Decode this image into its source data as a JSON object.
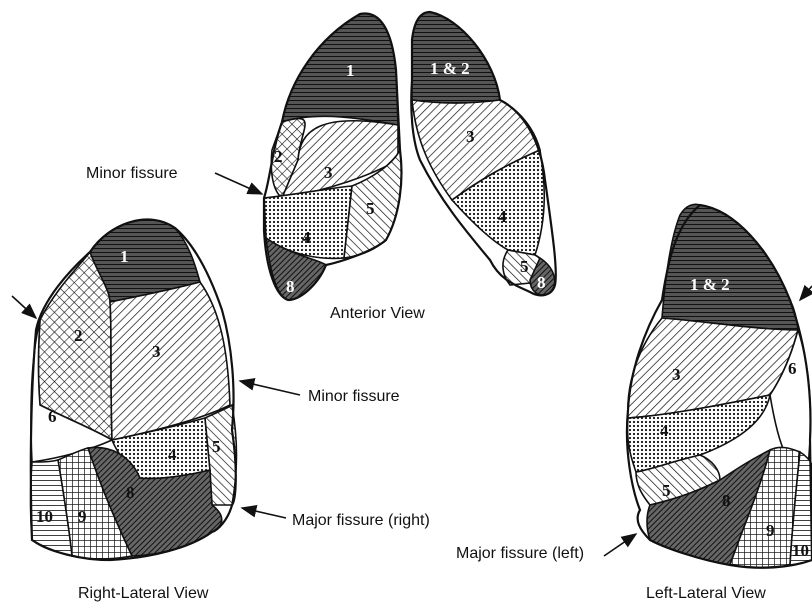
{
  "views": {
    "anterior": "Anterior View",
    "right_lateral": "Right-Lateral View",
    "left_lateral": "Left-Lateral View"
  },
  "fissures": {
    "minor_top": "Minor fissure",
    "minor_right": "Minor fissure",
    "major_right": "Major fissure (right)",
    "major_left": "Major fissure (left)"
  },
  "segments": {
    "anterior_right": [
      "1",
      "2",
      "3",
      "4",
      "5",
      "8"
    ],
    "anterior_left": [
      "1 & 2",
      "3",
      "4",
      "5",
      "8"
    ],
    "right_lateral": [
      "1",
      "2",
      "3",
      "4",
      "5",
      "6",
      "8",
      "9",
      "10"
    ],
    "left_lateral": [
      "1 & 2",
      "3",
      "4",
      "5",
      "6",
      "8",
      "9",
      "10"
    ]
  }
}
